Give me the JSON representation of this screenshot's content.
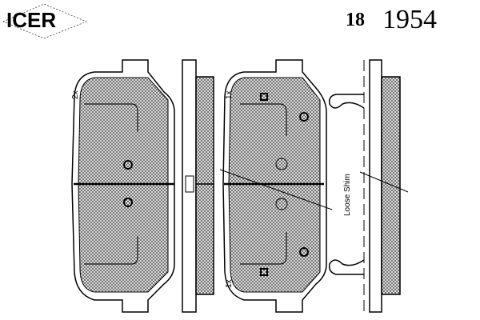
{
  "brand": {
    "logo_text": "ICER"
  },
  "part_number": {
    "prefix": "18",
    "number": "1954"
  },
  "diagram": {
    "left_pad_quantity": "2x",
    "right_pad_top_quantity": "1x",
    "right_pad_bottom_quantity": "1x",
    "shim_label": "Loose Shim"
  }
}
